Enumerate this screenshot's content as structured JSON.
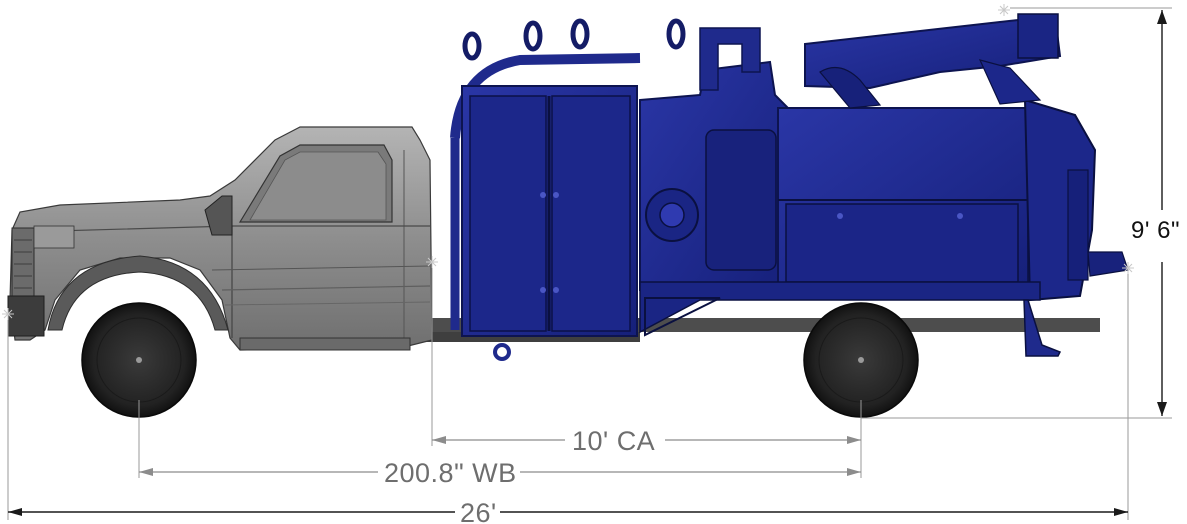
{
  "dimensions": {
    "overall_length": "26'",
    "wheelbase": "200.8\" WB",
    "cab_to_axle": "10' CA",
    "overall_height": "9' 6\""
  },
  "colors": {
    "truck_body": "#8a8a8a",
    "truck_body_light": "#a6a6a6",
    "body_blue": "#1f2a8c",
    "body_blue_dark": "#141c66",
    "tire": "#2a2a2a",
    "chassis": "#555555"
  }
}
